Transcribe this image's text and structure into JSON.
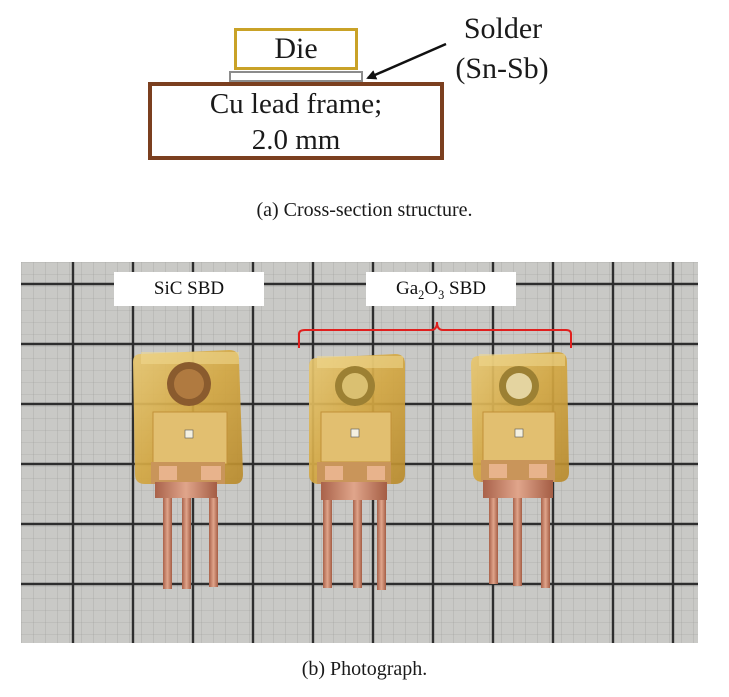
{
  "diagram": {
    "die_label": "Die",
    "leadframe_line1": "Cu lead frame;",
    "leadframe_line2": "2.0 mm",
    "solder_label_line1": "Solder",
    "solder_label_line2": "(Sn-Sb)",
    "colors": {
      "die_border": "#c9a227",
      "solder_layer": "#8c8c8c",
      "leadframe_border": "#7b3f1f"
    }
  },
  "captions": {
    "a": "(a) Cross-section structure.",
    "b": "(b) Photograph."
  },
  "photo": {
    "label_sic": "SiC SBD",
    "label_ga_prefix": "Ga",
    "label_ga_sub1": "2",
    "label_ga_mid": "O",
    "label_ga_sub2": "3",
    "label_ga_suffix": " SBD",
    "colors": {
      "bracket": "#e0201e",
      "package_resin": "#d9b04a",
      "lead_copper": "#c97c5d",
      "grid_line": "#3a3a3a"
    }
  }
}
